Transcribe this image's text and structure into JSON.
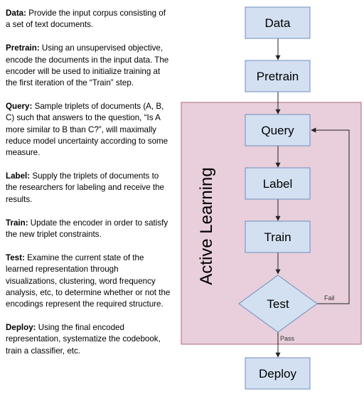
{
  "descriptions": [
    {
      "term": "Data:",
      "text": " Provide the input corpus consisting of a set of text documents."
    },
    {
      "term": "Pretrain:",
      "text": " Using an unsupervised objective, encode the documents in the input data. The encoder will be used to initialize training at the first iteration of the “Train” step."
    },
    {
      "term": "Query:",
      "text": " Sample triplets of documents (A, B, C) such that answers to the question, “Is A more similar to B than C?”, will maximally reduce model uncertainty according to some measure."
    },
    {
      "term": "Label:",
      "text": " Supply the triplets of documents to the researchers for labeling and receive the results."
    },
    {
      "term": "Train:",
      "text": " Update the encoder in order to satisfy the new triplet constraints."
    },
    {
      "term": "Test:",
      "text": " Examine the current state of the learned representation through visualizations, clustering, word frequency analysis, etc, to determine whether or not the encodings represent the required structure."
    },
    {
      "term": "Deploy:",
      "text": " Using the final encoded representation, systematize the codebook, train a classifier, etc."
    }
  ],
  "diagram": {
    "nodes": {
      "data": "Data",
      "pretrain": "Pretrain",
      "query": "Query",
      "label": "Label",
      "train": "Train",
      "test": "Test",
      "deploy": "Deploy"
    },
    "region_label": "Active Learning",
    "edge_labels": {
      "fail": "Fail",
      "pass": "Pass"
    }
  },
  "colors": {
    "box_fill": "#d3e0f1",
    "box_stroke": "#6d8ebf",
    "region_fill": "#e8cfdb",
    "region_stroke": "#b1697f"
  }
}
